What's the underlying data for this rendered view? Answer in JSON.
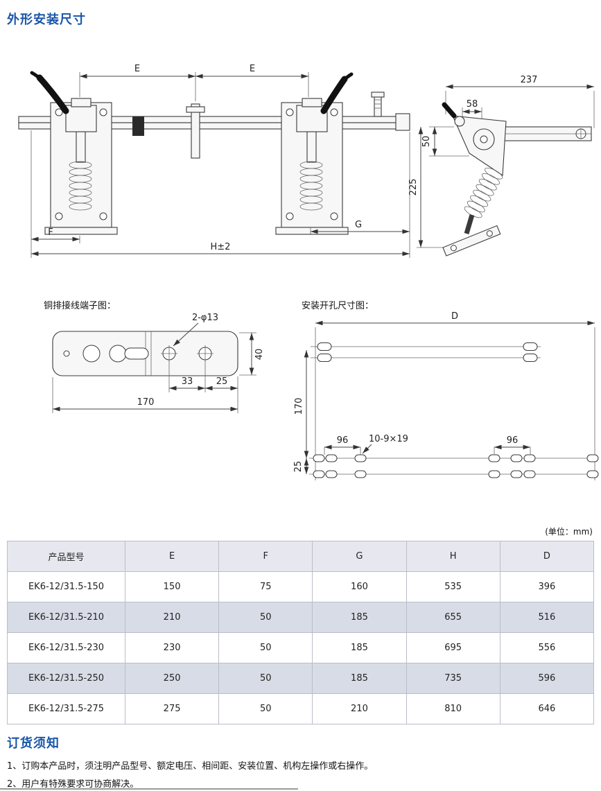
{
  "page": {
    "title": "外形安装尺寸",
    "unit_note": "(单位：mm)"
  },
  "drawings": {
    "main": {
      "dim_e_left": "E",
      "dim_e_right": "E",
      "dim_f": "F",
      "dim_g": "G",
      "dim_h": "H±2"
    },
    "side": {
      "dim_237": "237",
      "dim_58": "58",
      "dim_50": "50",
      "dim_225": "225"
    },
    "terminal": {
      "caption": "铜排接线端子图：",
      "dim_holes": "2-φ13",
      "dim_40": "40",
      "dim_33": "33",
      "dim_25": "25",
      "dim_170": "170"
    },
    "mounting": {
      "caption": "安装开孔尺寸图：",
      "dim_d": "D",
      "dim_170": "170",
      "dim_96_left": "96",
      "dim_96_right": "96",
      "dim_slots": "10-9×19",
      "dim_25": "25"
    }
  },
  "table": {
    "headers": [
      "产品型号",
      "E",
      "F",
      "G",
      "H",
      "D"
    ],
    "rows": [
      [
        "EK6-12/31.5-150",
        "150",
        "75",
        "160",
        "535",
        "396"
      ],
      [
        "EK6-12/31.5-210",
        "210",
        "50",
        "185",
        "655",
        "516"
      ],
      [
        "EK6-12/31.5-230",
        "230",
        "50",
        "185",
        "695",
        "556"
      ],
      [
        "EK6-12/31.5-250",
        "250",
        "50",
        "185",
        "735",
        "596"
      ],
      [
        "EK6-12/31.5-275",
        "275",
        "50",
        "210",
        "810",
        "646"
      ]
    ]
  },
  "ordering": {
    "title": "订货须知",
    "notes": [
      "1、订购本产品时，须注明产品型号、额定电压、相间距、安装位置、机构左操作或右操作。",
      "2、用户有特殊要求可协商解决。"
    ]
  },
  "colors": {
    "heading_blue": "#1a55a8",
    "table_header_bg": "#e7e8ef",
    "table_alt_row_bg": "#d8dce6"
  }
}
